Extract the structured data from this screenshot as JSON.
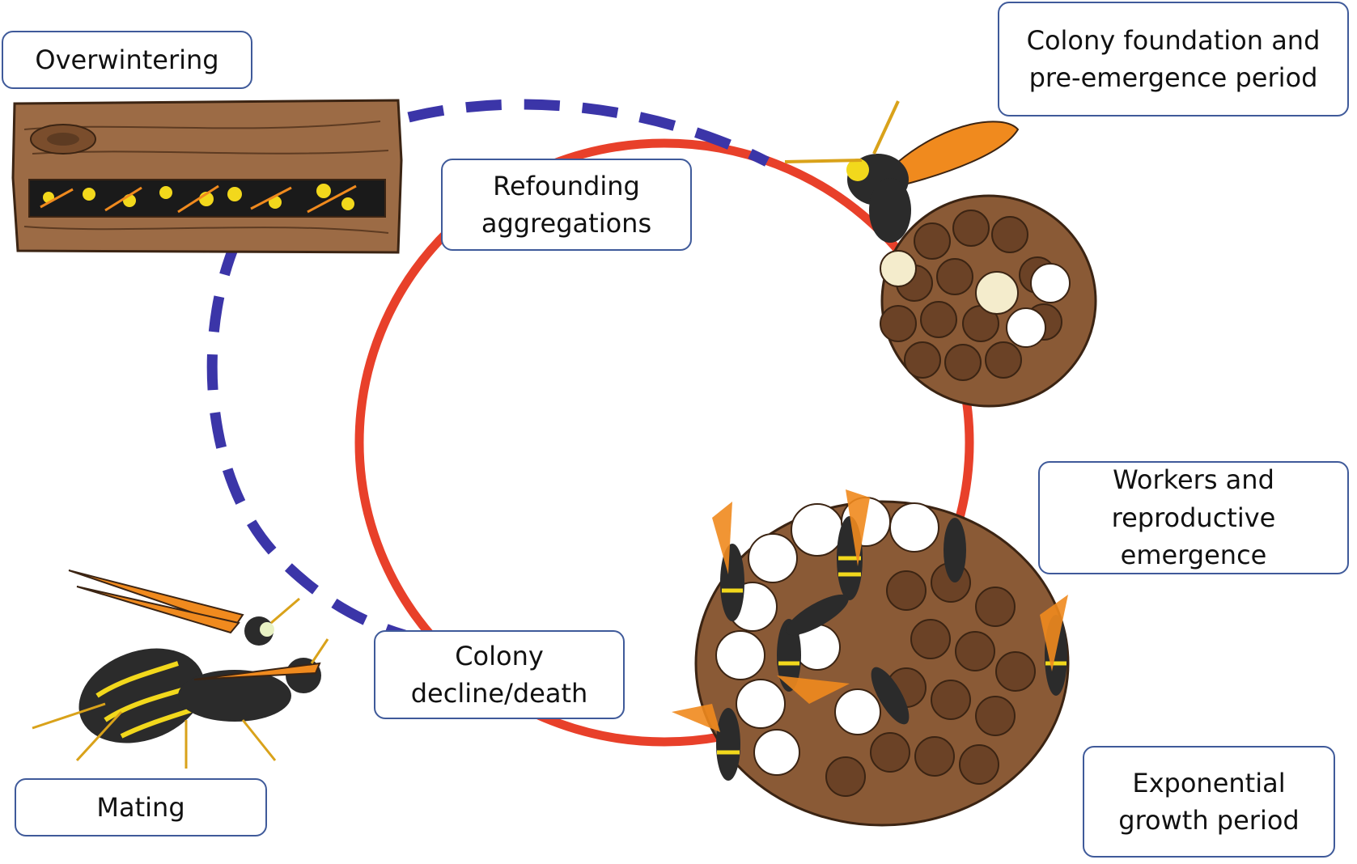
{
  "labels": {
    "overwintering": "Overwintering",
    "colony_foundation": "Colony foundation and\npre-emergence period",
    "refounding": "Refounding\naggregations",
    "workers_emergence": "Workers and\nreproductive\nemergence",
    "colony_decline": "Colony\ndecline/death",
    "mating": "Mating",
    "exponential_growth": "Exponential\ngrowth period"
  },
  "colors": {
    "cycle_solid": "#e8402a",
    "cycle_dashed": "#3b35a8",
    "label_border": "#3f5a9a",
    "wood": "#9c6b45",
    "nest": "#8a5a36",
    "wasp_yellow": "#f2d81c",
    "wasp_black": "#2b2b2b",
    "wasp_wing": "#f08a1e"
  },
  "icons": [
    "wood-log-icon",
    "foundress-wasp-icon",
    "small-nest-icon",
    "mature-nest-icon",
    "mating-wasps-icon"
  ]
}
